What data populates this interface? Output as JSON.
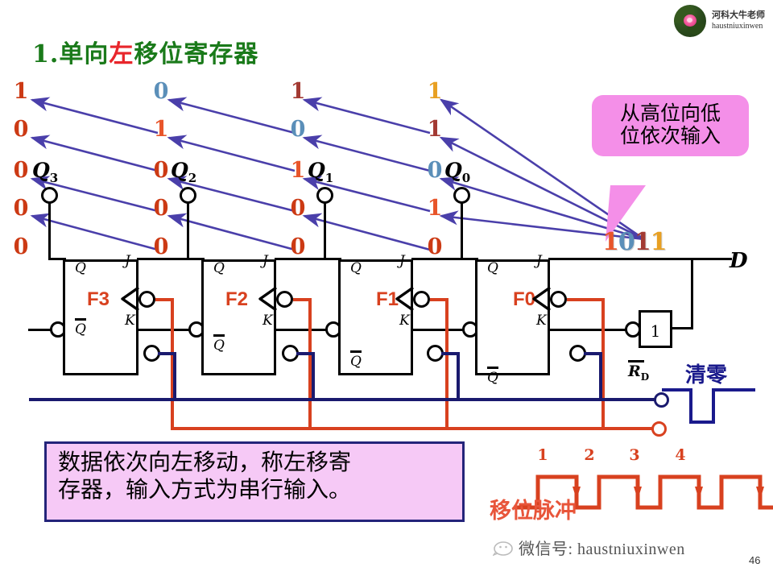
{
  "title": {
    "prefix": "1.单向",
    "highlight": "左",
    "suffix": "移位寄存器"
  },
  "logo": {
    "name_cn": "河科大牛老师",
    "name_en": "haustniuxinwen"
  },
  "colors": {
    "title_green": "#1a7a1a",
    "title_red": "#e8262b",
    "digit_red": "#cc3a14",
    "digit_blue": "#5b8fb9",
    "digit_darkred": "#a33a33",
    "digit_amber": "#e8a022",
    "digit_orange": "#e8552a",
    "arrow_purple": "#4a3faa",
    "clock_red": "#d8411f",
    "reset_navy": "#1a1a6e",
    "callout_pink": "#f48fe8",
    "note_pink": "#f6c9f6",
    "note_border": "#24247a",
    "ff_label": "#d8411f"
  },
  "columns": [
    {
      "q_label": "Q",
      "q_sub": "3",
      "digits": [
        {
          "v": "1",
          "color": "#cc3a14"
        },
        {
          "v": "0",
          "color": "#cc3a14"
        },
        {
          "v": "0",
          "color": "#cc3a14"
        },
        {
          "v": "0",
          "color": "#cc3a14"
        },
        {
          "v": "0",
          "color": "#cc3a14"
        }
      ]
    },
    {
      "q_label": "Q",
      "q_sub": "2",
      "digits": [
        {
          "v": "0",
          "color": "#5b8fb9"
        },
        {
          "v": "1",
          "color": "#e8552a"
        },
        {
          "v": "0",
          "color": "#cc3a14"
        },
        {
          "v": "0",
          "color": "#cc3a14"
        },
        {
          "v": "0",
          "color": "#cc3a14"
        }
      ]
    },
    {
      "q_label": "Q",
      "q_sub": "1",
      "digits": [
        {
          "v": "1",
          "color": "#a33a33"
        },
        {
          "v": "0",
          "color": "#5b8fb9"
        },
        {
          "v": "1",
          "color": "#e8552a"
        },
        {
          "v": "0",
          "color": "#cc3a14"
        },
        {
          "v": "0",
          "color": "#cc3a14"
        }
      ]
    },
    {
      "q_label": "Q",
      "q_sub": "0",
      "digits": [
        {
          "v": "1",
          "color": "#e8a022"
        },
        {
          "v": "1",
          "color": "#a33a33"
        },
        {
          "v": "0",
          "color": "#5b8fb9"
        },
        {
          "v": "1",
          "color": "#e8552a"
        },
        {
          "v": "0",
          "color": "#cc3a14"
        }
      ]
    }
  ],
  "flipflops": [
    {
      "name": "F3",
      "q": "Q",
      "qbar": "Q",
      "j": "J",
      "k": "K"
    },
    {
      "name": "F2",
      "q": "Q",
      "qbar": "Q",
      "j": "J",
      "k": "K"
    },
    {
      "name": "F1",
      "q": "Q",
      "qbar": "Q",
      "j": "J",
      "k": "K"
    },
    {
      "name": "F0",
      "q": "Q",
      "qbar": "Q",
      "j": "J",
      "k": "K"
    }
  ],
  "callout": {
    "line1": "从高位向低",
    "line2": "位依次输入"
  },
  "sequence": {
    "label": "1011",
    "digits": [
      {
        "v": "1",
        "color": "#e8552a"
      },
      {
        "v": "0",
        "color": "#5b8fb9"
      },
      {
        "v": "1",
        "color": "#a33a33"
      },
      {
        "v": "1",
        "color": "#e8a022"
      }
    ]
  },
  "d_input": {
    "label": "D"
  },
  "inverter": {
    "label": "1"
  },
  "reset": {
    "label": "R",
    "sub": "D",
    "name": "清零"
  },
  "note": {
    "line1": "数据依次向左移动，称左移寄",
    "line2": "存器，输入方式为串行输入。"
  },
  "clock": {
    "label": "移位脉冲",
    "pulse_numbers": [
      "1",
      "2",
      "3",
      "4"
    ]
  },
  "footer": {
    "watermark": "微信号: haustniuxinwen",
    "page": "46"
  }
}
